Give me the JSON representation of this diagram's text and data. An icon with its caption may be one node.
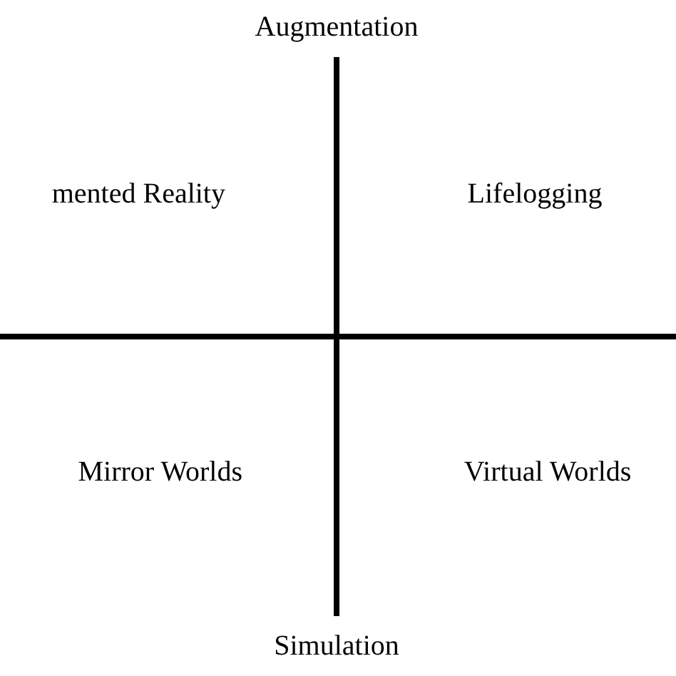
{
  "diagram": {
    "labels": [
      "Augmentation",
      "mented Reality",
      "Lifelogging",
      "Mirror Worlds",
      "Virtual Worlds",
      "Simulation"
    ]
  }
}
